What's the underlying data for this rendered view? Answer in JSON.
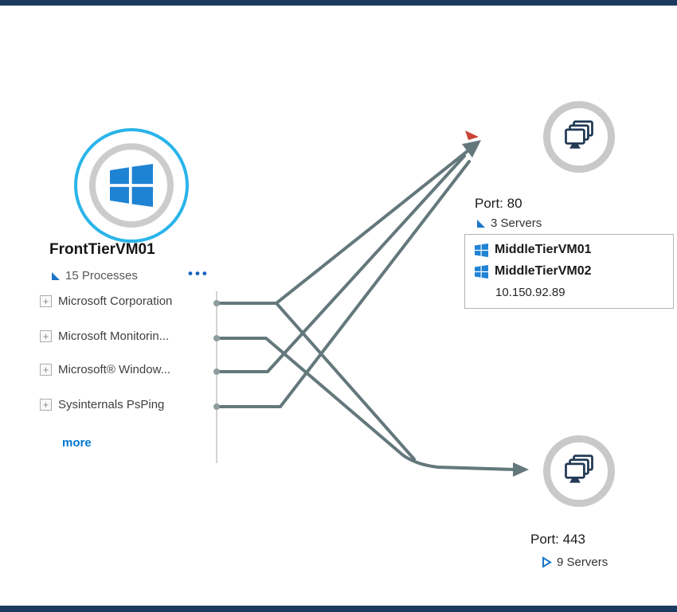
{
  "colors": {
    "accent_ring": "#2ab4ea",
    "gray_ring": "#c9c9c9",
    "connection_line": "#64787c",
    "windows_blue": "#1f83d4",
    "link_blue": "#0078d4",
    "triangle_blue": "#1c76c6",
    "frame_bar": "#1b3a5f",
    "arrow_accent_red": "#c74634"
  },
  "front_node": {
    "title": "FrontTierVM01",
    "process_count_label": "15 Processes",
    "more_options_icon": "•••",
    "expand_icon": "+",
    "processes": [
      {
        "label": "Microsoft Corporation"
      },
      {
        "label": "Microsoft Monitorin..."
      },
      {
        "label": "Microsoft® Window..."
      },
      {
        "label": "Sysinternals PsPing"
      }
    ],
    "more_label": "more"
  },
  "top_group": {
    "port_label": "Port: 80",
    "servers_label": "3 Servers"
  },
  "server_popup": {
    "servers": [
      {
        "name": "MiddleTierVM01"
      },
      {
        "name": "MiddleTierVM02"
      }
    ],
    "ip_address": "10.150.92.89"
  },
  "bottom_group": {
    "port_label": "Port: 443",
    "servers_label": "9 Servers"
  }
}
